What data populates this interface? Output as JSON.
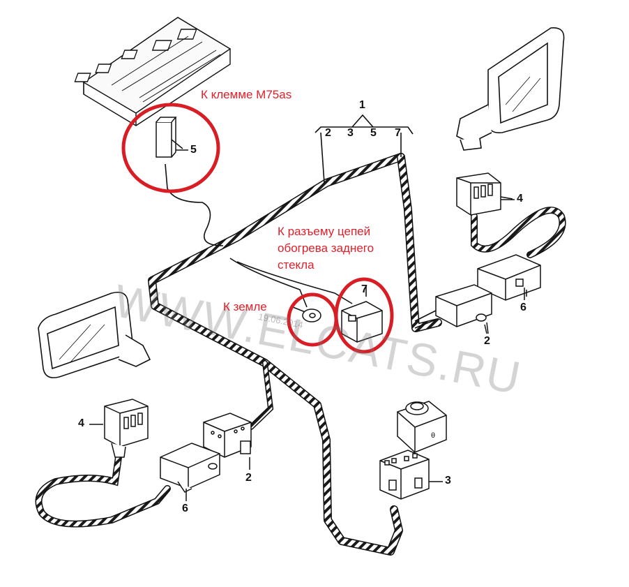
{
  "annotations": {
    "terminal": "К клемме M75as",
    "heater_line1": "К разъему цепей",
    "heater_line2": "обогрева заднего",
    "heater_line3": "стекла",
    "ground": "К земле"
  },
  "callouts": {
    "c1": "1",
    "c2_top": "2",
    "c3_top": "3",
    "c5_top": "5",
    "c7_top": "7",
    "c5": "5",
    "c4_right": "4",
    "c6_right": "6",
    "c2_right": "2",
    "c7": "7",
    "c4_left": "4",
    "c2_center": "2",
    "c6_left": "6",
    "c3": "3"
  },
  "watermark": {
    "text": "WWW.ELCATS.RU",
    "date": "19.06.2014"
  },
  "colors": {
    "annotation": "#e0202a",
    "highlight_circle": "#d81e24",
    "line": "#111111"
  }
}
